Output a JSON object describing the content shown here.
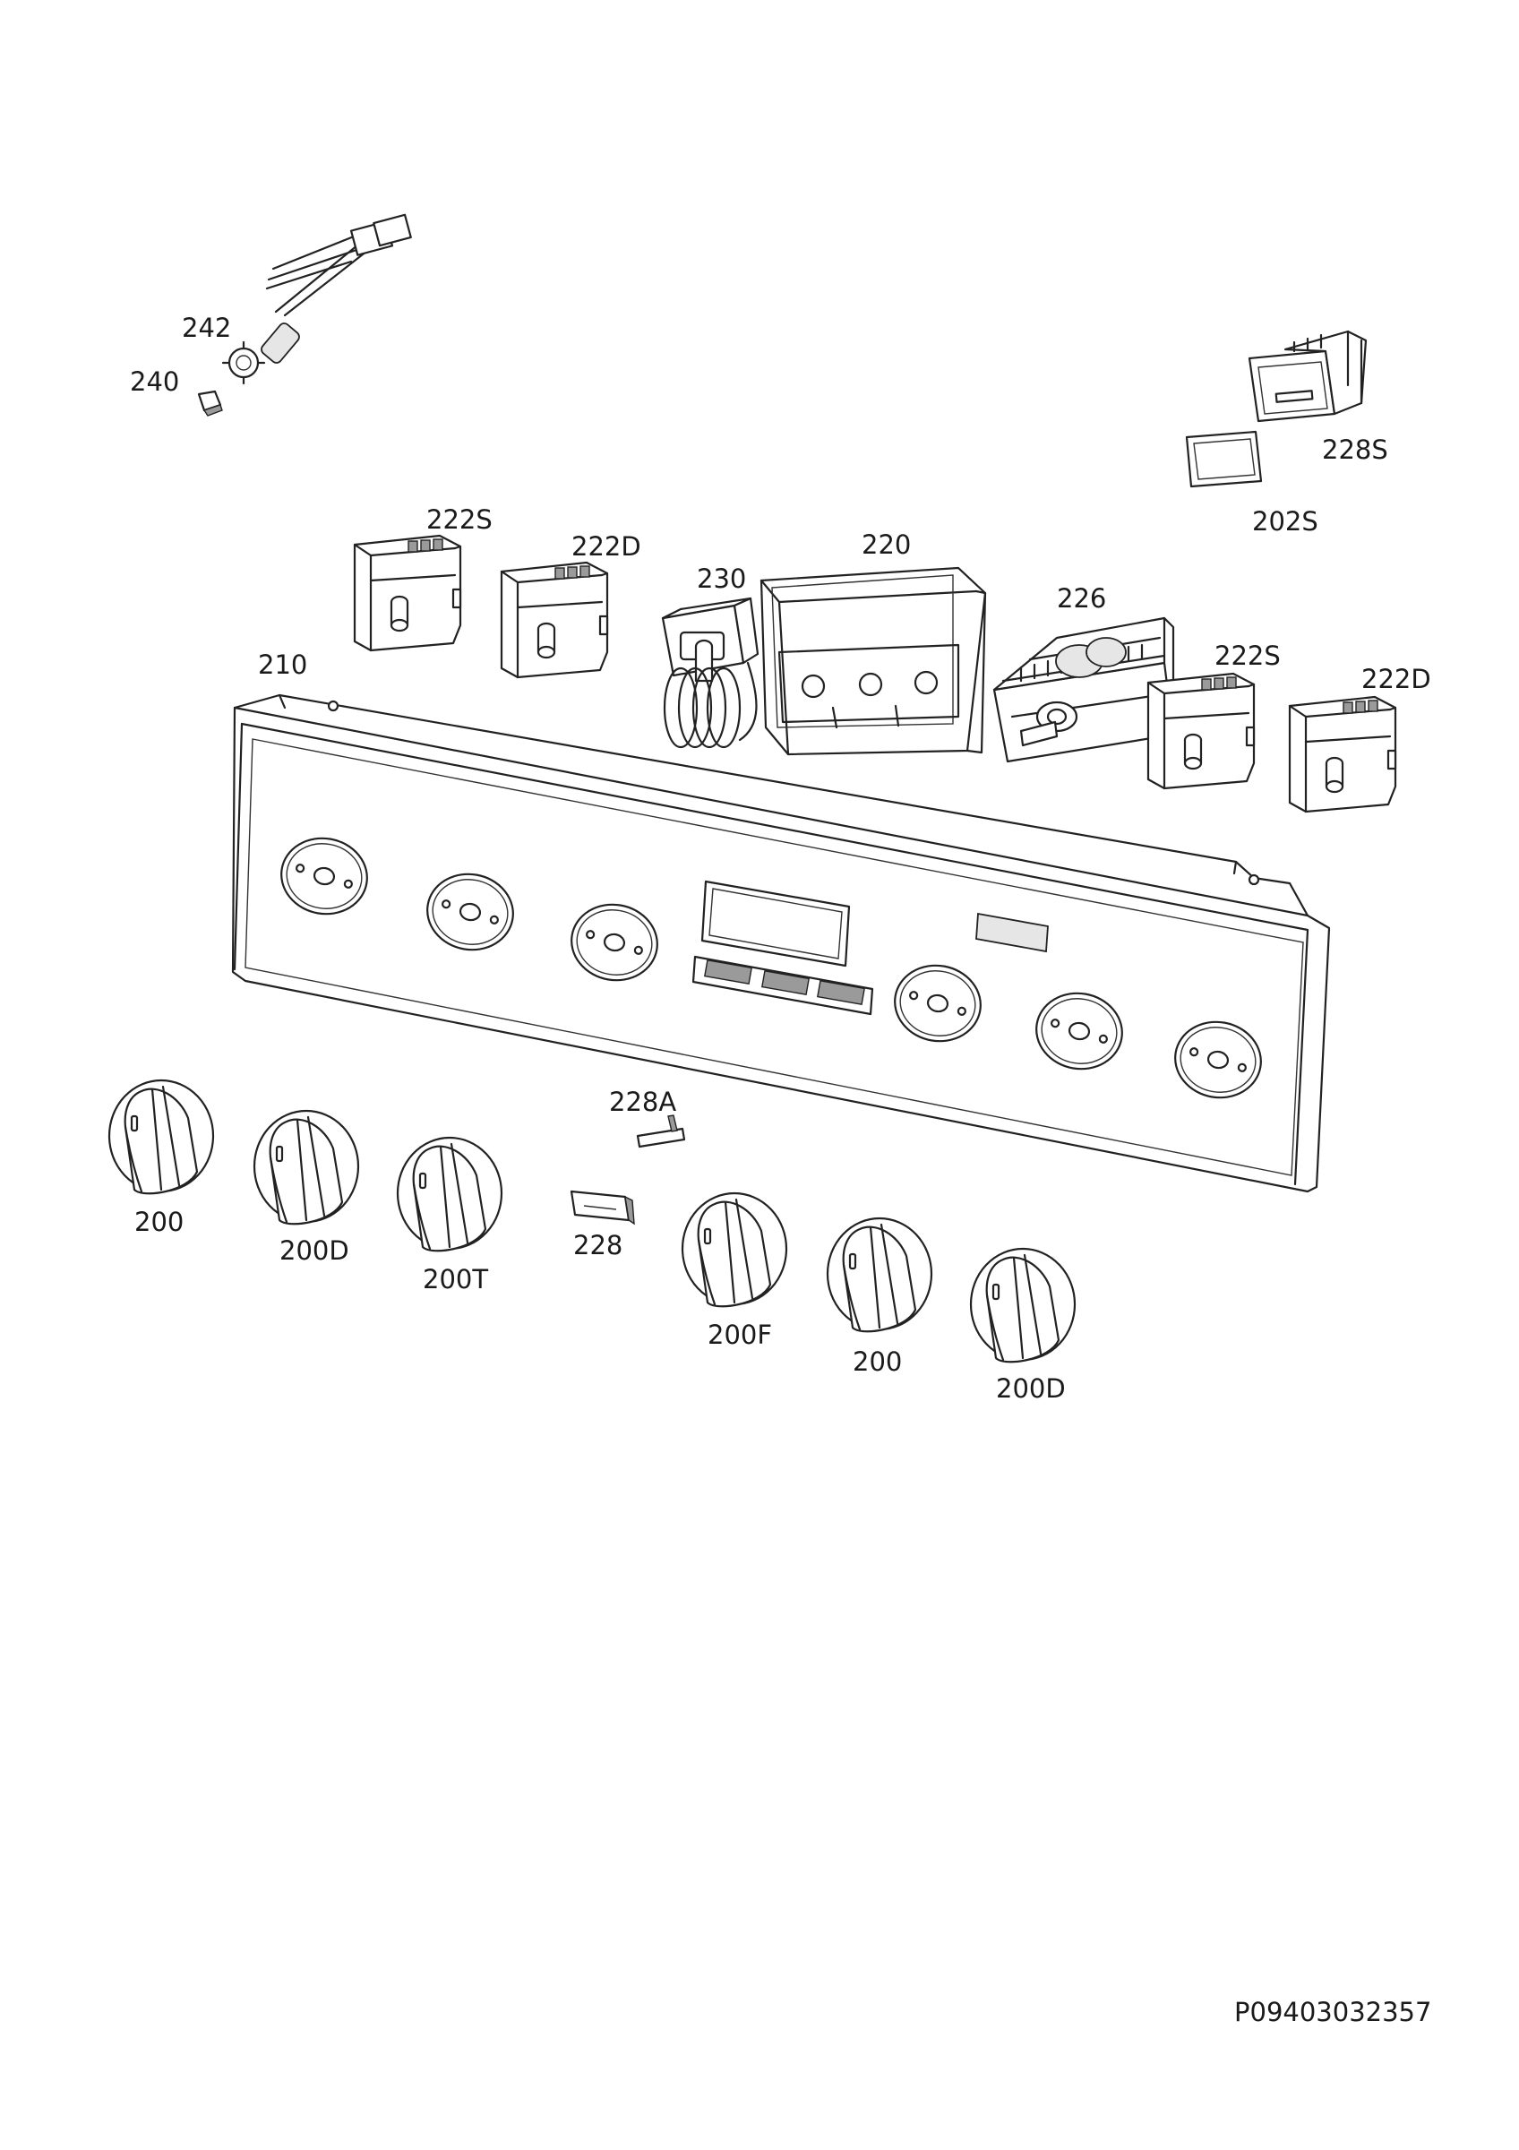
{
  "document_code": "P09403032357",
  "parts": [
    {
      "id": "242",
      "label": "242"
    },
    {
      "id": "240",
      "label": "240"
    },
    {
      "id": "228S",
      "label": "228S"
    },
    {
      "id": "202S",
      "label": "202S"
    },
    {
      "id": "222S-a",
      "label": "222S"
    },
    {
      "id": "222D-a",
      "label": "222D"
    },
    {
      "id": "230",
      "label": "230"
    },
    {
      "id": "220",
      "label": "220"
    },
    {
      "id": "226",
      "label": "226"
    },
    {
      "id": "222S-b",
      "label": "222S"
    },
    {
      "id": "222D-b",
      "label": "222D"
    },
    {
      "id": "210",
      "label": "210"
    },
    {
      "id": "228A",
      "label": "228A"
    },
    {
      "id": "228",
      "label": "228"
    },
    {
      "id": "200-a",
      "label": "200"
    },
    {
      "id": "200D-a",
      "label": "200D"
    },
    {
      "id": "200T",
      "label": "200T"
    },
    {
      "id": "200F",
      "label": "200F"
    },
    {
      "id": "200-b",
      "label": "200"
    },
    {
      "id": "200D-b",
      "label": "200D"
    }
  ]
}
